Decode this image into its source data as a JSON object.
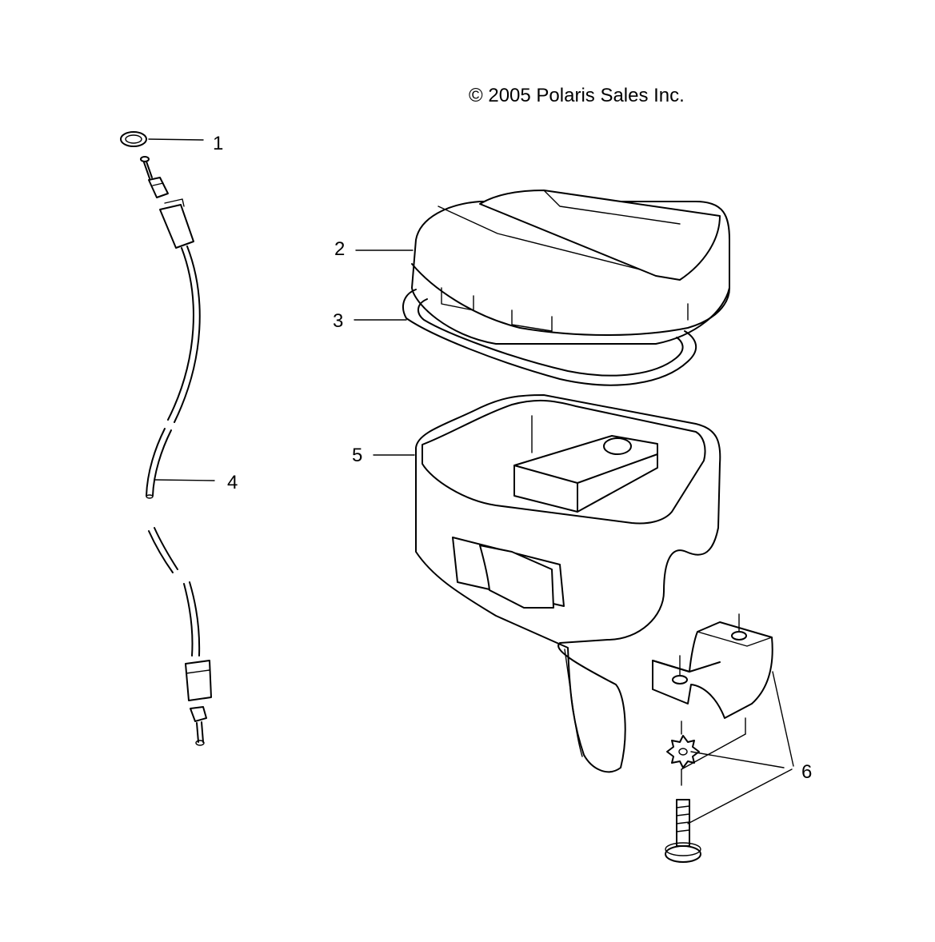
{
  "copyright": "© 2005 Polaris Sales Inc.",
  "callouts": [
    {
      "id": "1",
      "label": "1"
    },
    {
      "id": "2",
      "label": "2"
    },
    {
      "id": "3",
      "label": "3"
    },
    {
      "id": "4",
      "label": "4"
    },
    {
      "id": "5",
      "label": "5"
    },
    {
      "id": "6",
      "label": "6"
    }
  ]
}
